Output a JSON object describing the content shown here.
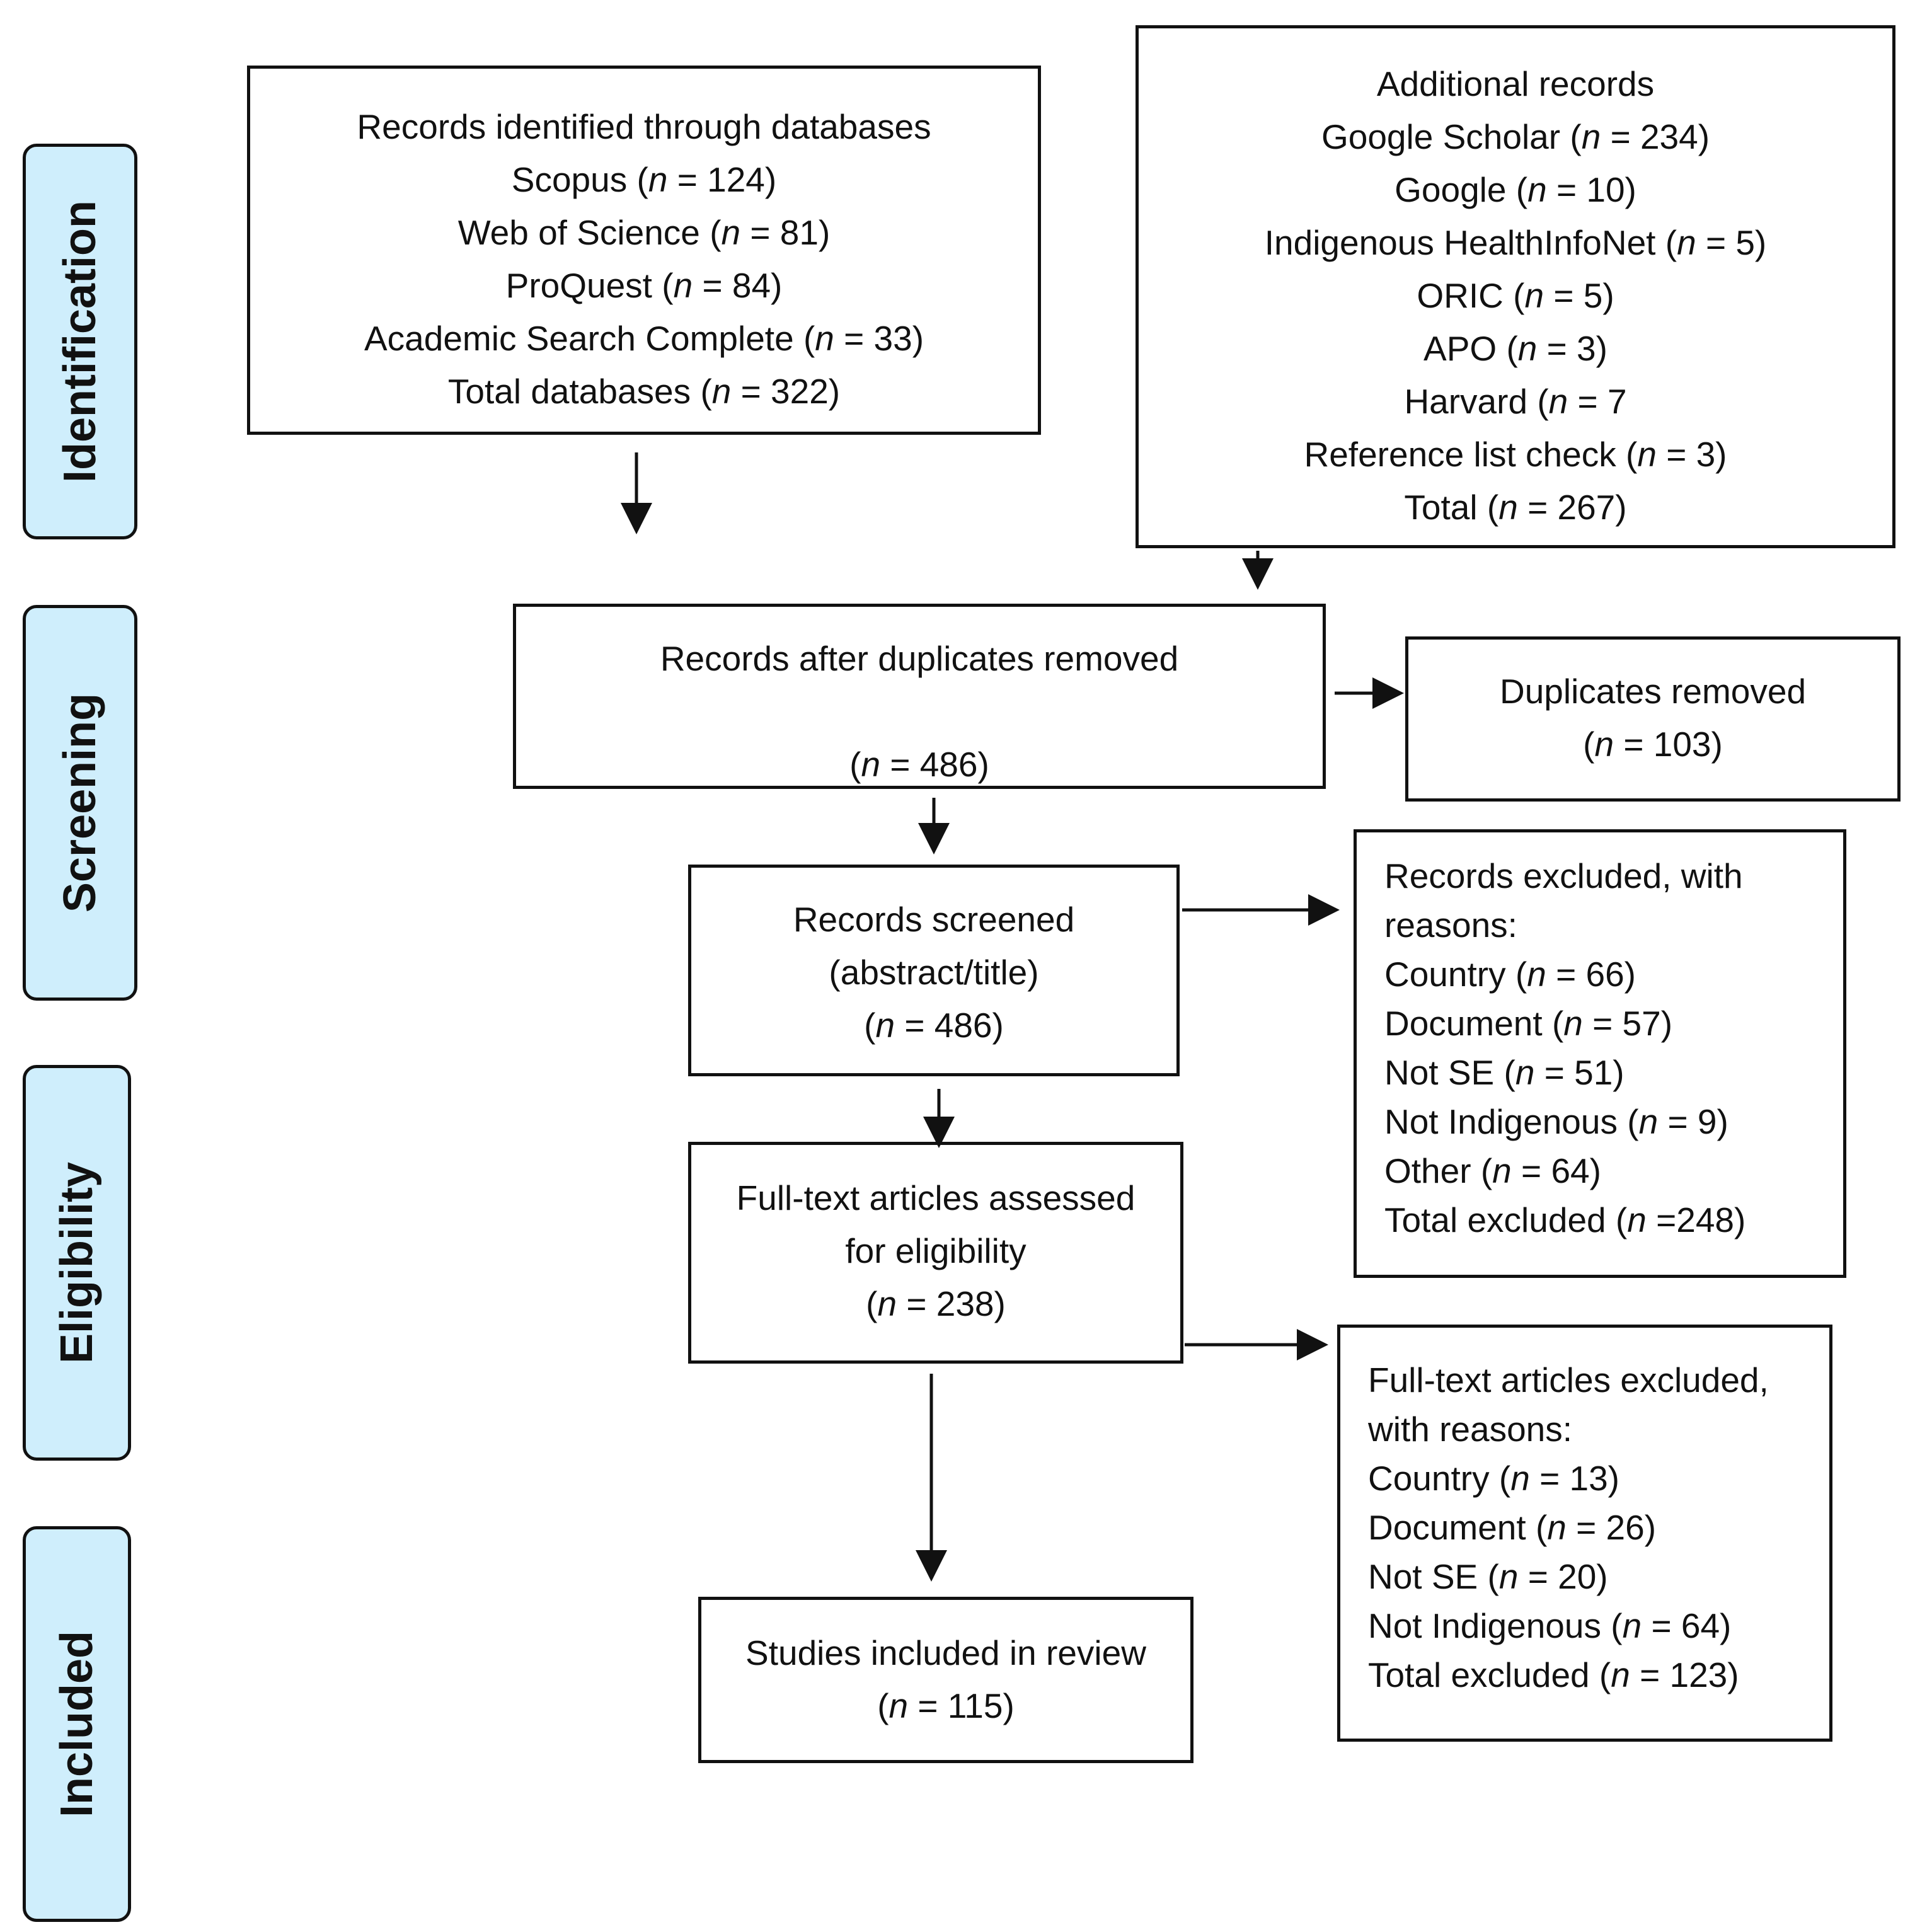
{
  "phases": {
    "identification": "Identification",
    "screening": "Screening",
    "eligibility": "Eligibility",
    "included": "Included"
  },
  "boxes": {
    "databases": {
      "lines": [
        "Records identified through databases",
        "Scopus (n = 124)",
        "Web of Science (n = 81)",
        "ProQuest (n = 84)",
        "Academic Search Complete (n = 33)",
        "Total databases (n = 322)"
      ]
    },
    "additional": {
      "lines": [
        "Additional records",
        "Google Scholar (n = 234)",
        "Google (n = 10)",
        "Indigenous HealthInfoNet (n = 5)",
        "ORIC (n = 5)",
        "APO (n = 3)",
        "Harvard (n = 7",
        "Reference list check (n = 3)",
        "Total (n = 267)"
      ]
    },
    "after_duplicates": {
      "lines": [
        "Records after duplicates removed",
        "",
        "(n = 486)"
      ]
    },
    "duplicates_removed": {
      "lines": [
        "Duplicates removed",
        "(n = 103)"
      ]
    },
    "screened": {
      "lines": [
        "Records screened",
        "(abstract/title)",
        "(n = 486)"
      ]
    },
    "records_excluded": {
      "lines": [
        "Records excluded, with",
        "reasons:",
        "Country (n = 66)",
        "Document (n = 57)",
        "Not SE (n = 51)",
        "Not Indigenous (n = 9)",
        "Other (n = 64)",
        "Total excluded (n =248)"
      ]
    },
    "fulltext_assessed": {
      "lines": [
        "Full-text articles assessed",
        "for eligibility",
        "(n = 238)"
      ]
    },
    "fulltext_excluded": {
      "lines": [
        "Full-text articles excluded,",
        "with reasons:",
        "Country (n = 13)",
        "Document (n = 26)",
        "Not SE (n = 20)",
        "Not Indigenous (n = 64)",
        "Total excluded (n = 123)"
      ]
    },
    "included": {
      "lines": [
        "Studies included in review",
        "(n = 115)"
      ]
    }
  }
}
